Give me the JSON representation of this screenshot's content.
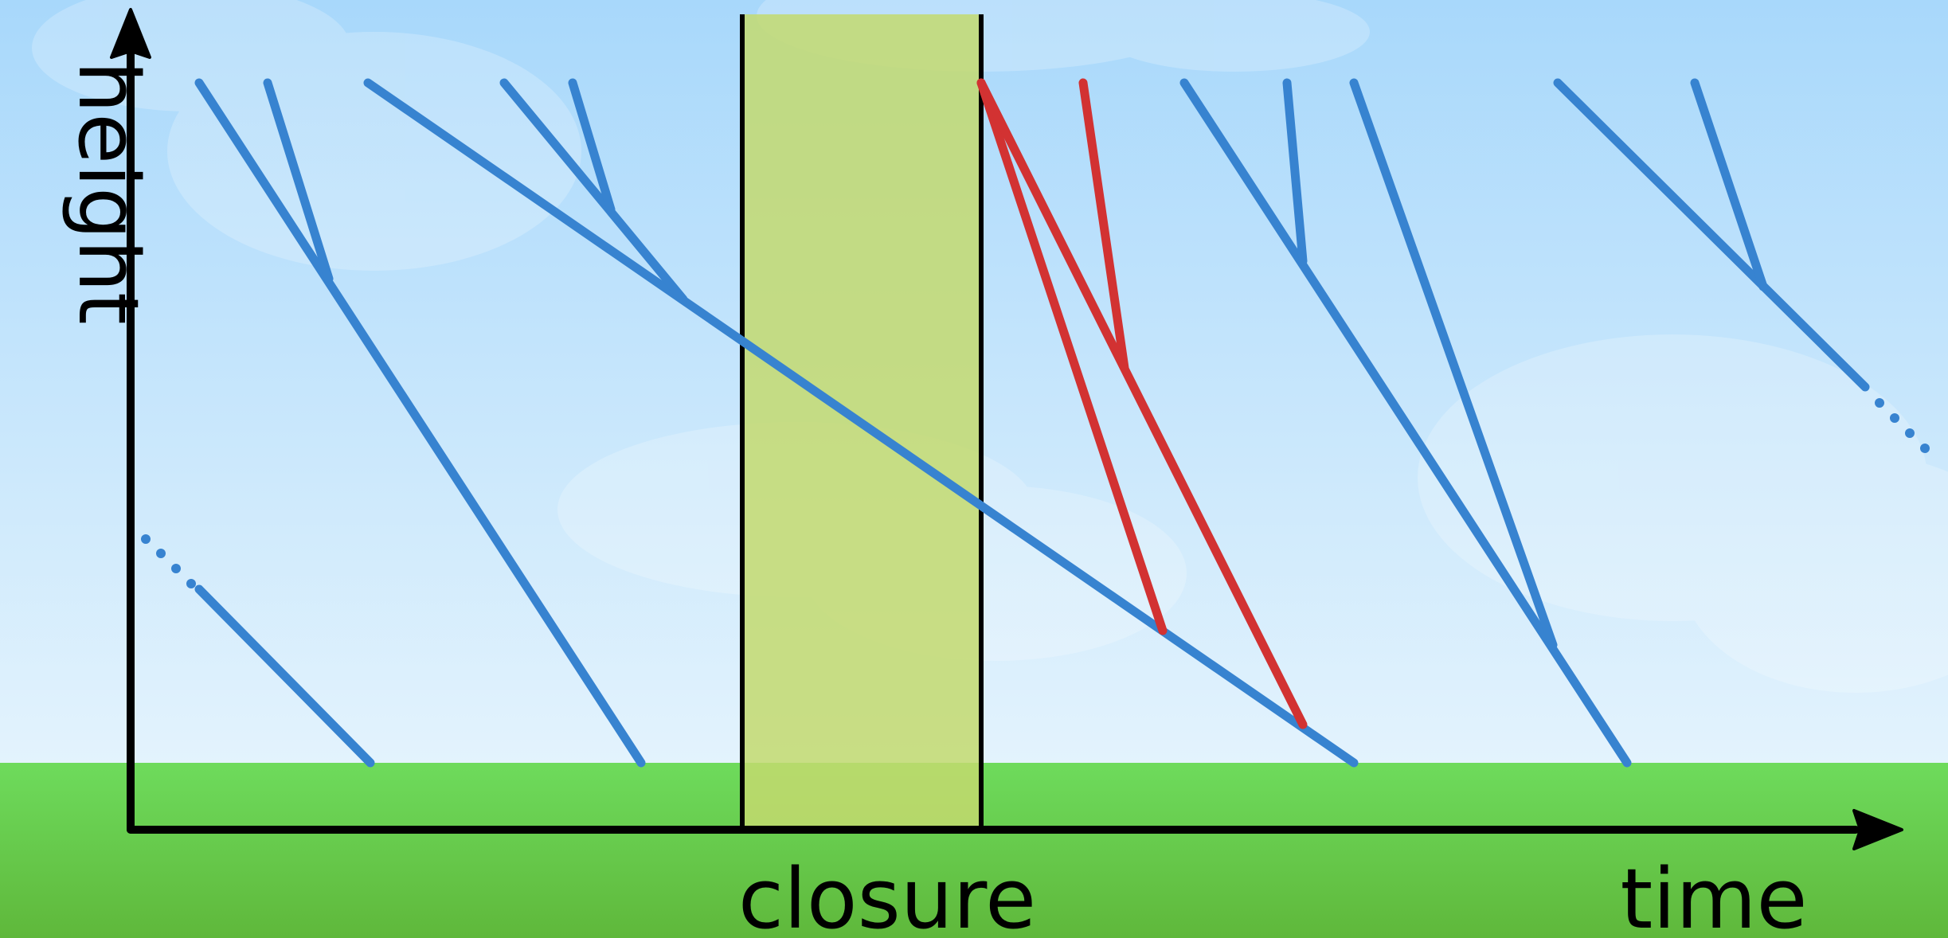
{
  "labels": {
    "y_axis": "height",
    "x_axis": "time",
    "region": "closure"
  },
  "colors": {
    "sky_top": "#a8d8fb",
    "sky_bottom": "#e3f3fd",
    "cloud": "#ffffff",
    "grass_top": "#6edb5c",
    "grass_bottom": "#5fb83b",
    "closure_fill": "#c3d96e",
    "path_normal": "#3783d0",
    "path_affected": "#d23232",
    "axis": "#000000"
  }
}
